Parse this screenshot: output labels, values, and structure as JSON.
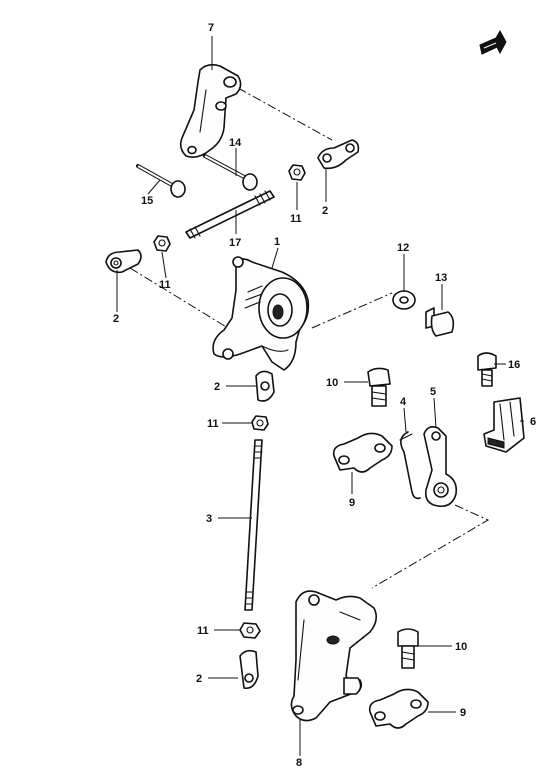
{
  "callouts": [
    {
      "id": "c7a",
      "text": "7"
    },
    {
      "id": "c14",
      "text": "14"
    },
    {
      "id": "c15",
      "text": "15"
    },
    {
      "id": "c11a",
      "text": "11"
    },
    {
      "id": "c2a",
      "text": "2"
    },
    {
      "id": "c17",
      "text": "17"
    },
    {
      "id": "c1",
      "text": "1"
    },
    {
      "id": "c11b",
      "text": "11"
    },
    {
      "id": "c2b",
      "text": "2"
    },
    {
      "id": "c12",
      "text": "12"
    },
    {
      "id": "c13",
      "text": "13"
    },
    {
      "id": "c16",
      "text": "16"
    },
    {
      "id": "c10a",
      "text": "10"
    },
    {
      "id": "c2c",
      "text": "2"
    },
    {
      "id": "c5",
      "text": "5"
    },
    {
      "id": "c4",
      "text": "4"
    },
    {
      "id": "c6",
      "text": "6"
    },
    {
      "id": "c11c",
      "text": "11"
    },
    {
      "id": "c9a",
      "text": "9"
    },
    {
      "id": "c3",
      "text": "3"
    },
    {
      "id": "c11d",
      "text": "11"
    },
    {
      "id": "c10b",
      "text": "10"
    },
    {
      "id": "c2d",
      "text": "2"
    },
    {
      "id": "c9b",
      "text": "9"
    },
    {
      "id": "c8",
      "text": "8"
    }
  ]
}
